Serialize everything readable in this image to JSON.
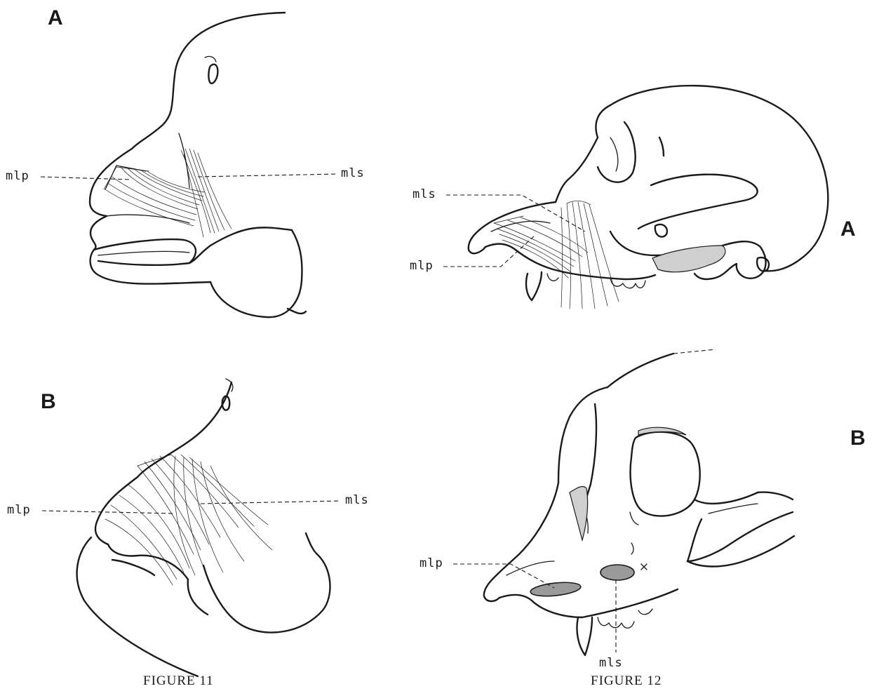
{
  "figures": [
    {
      "caption": "FIGURE 11",
      "panels": [
        {
          "letter": "A",
          "labels": {
            "left": "mlp",
            "right": "mls"
          }
        },
        {
          "letter": "B",
          "labels": {
            "left": "mlp",
            "right": "mls"
          }
        }
      ]
    },
    {
      "caption": "FIGURE 12",
      "panels": [
        {
          "letter": "A",
          "labels": {
            "upper": "mls",
            "lower": "mlp"
          }
        },
        {
          "letter": "B",
          "labels": {
            "left": "mlp",
            "bottom": "mls"
          }
        }
      ]
    }
  ]
}
